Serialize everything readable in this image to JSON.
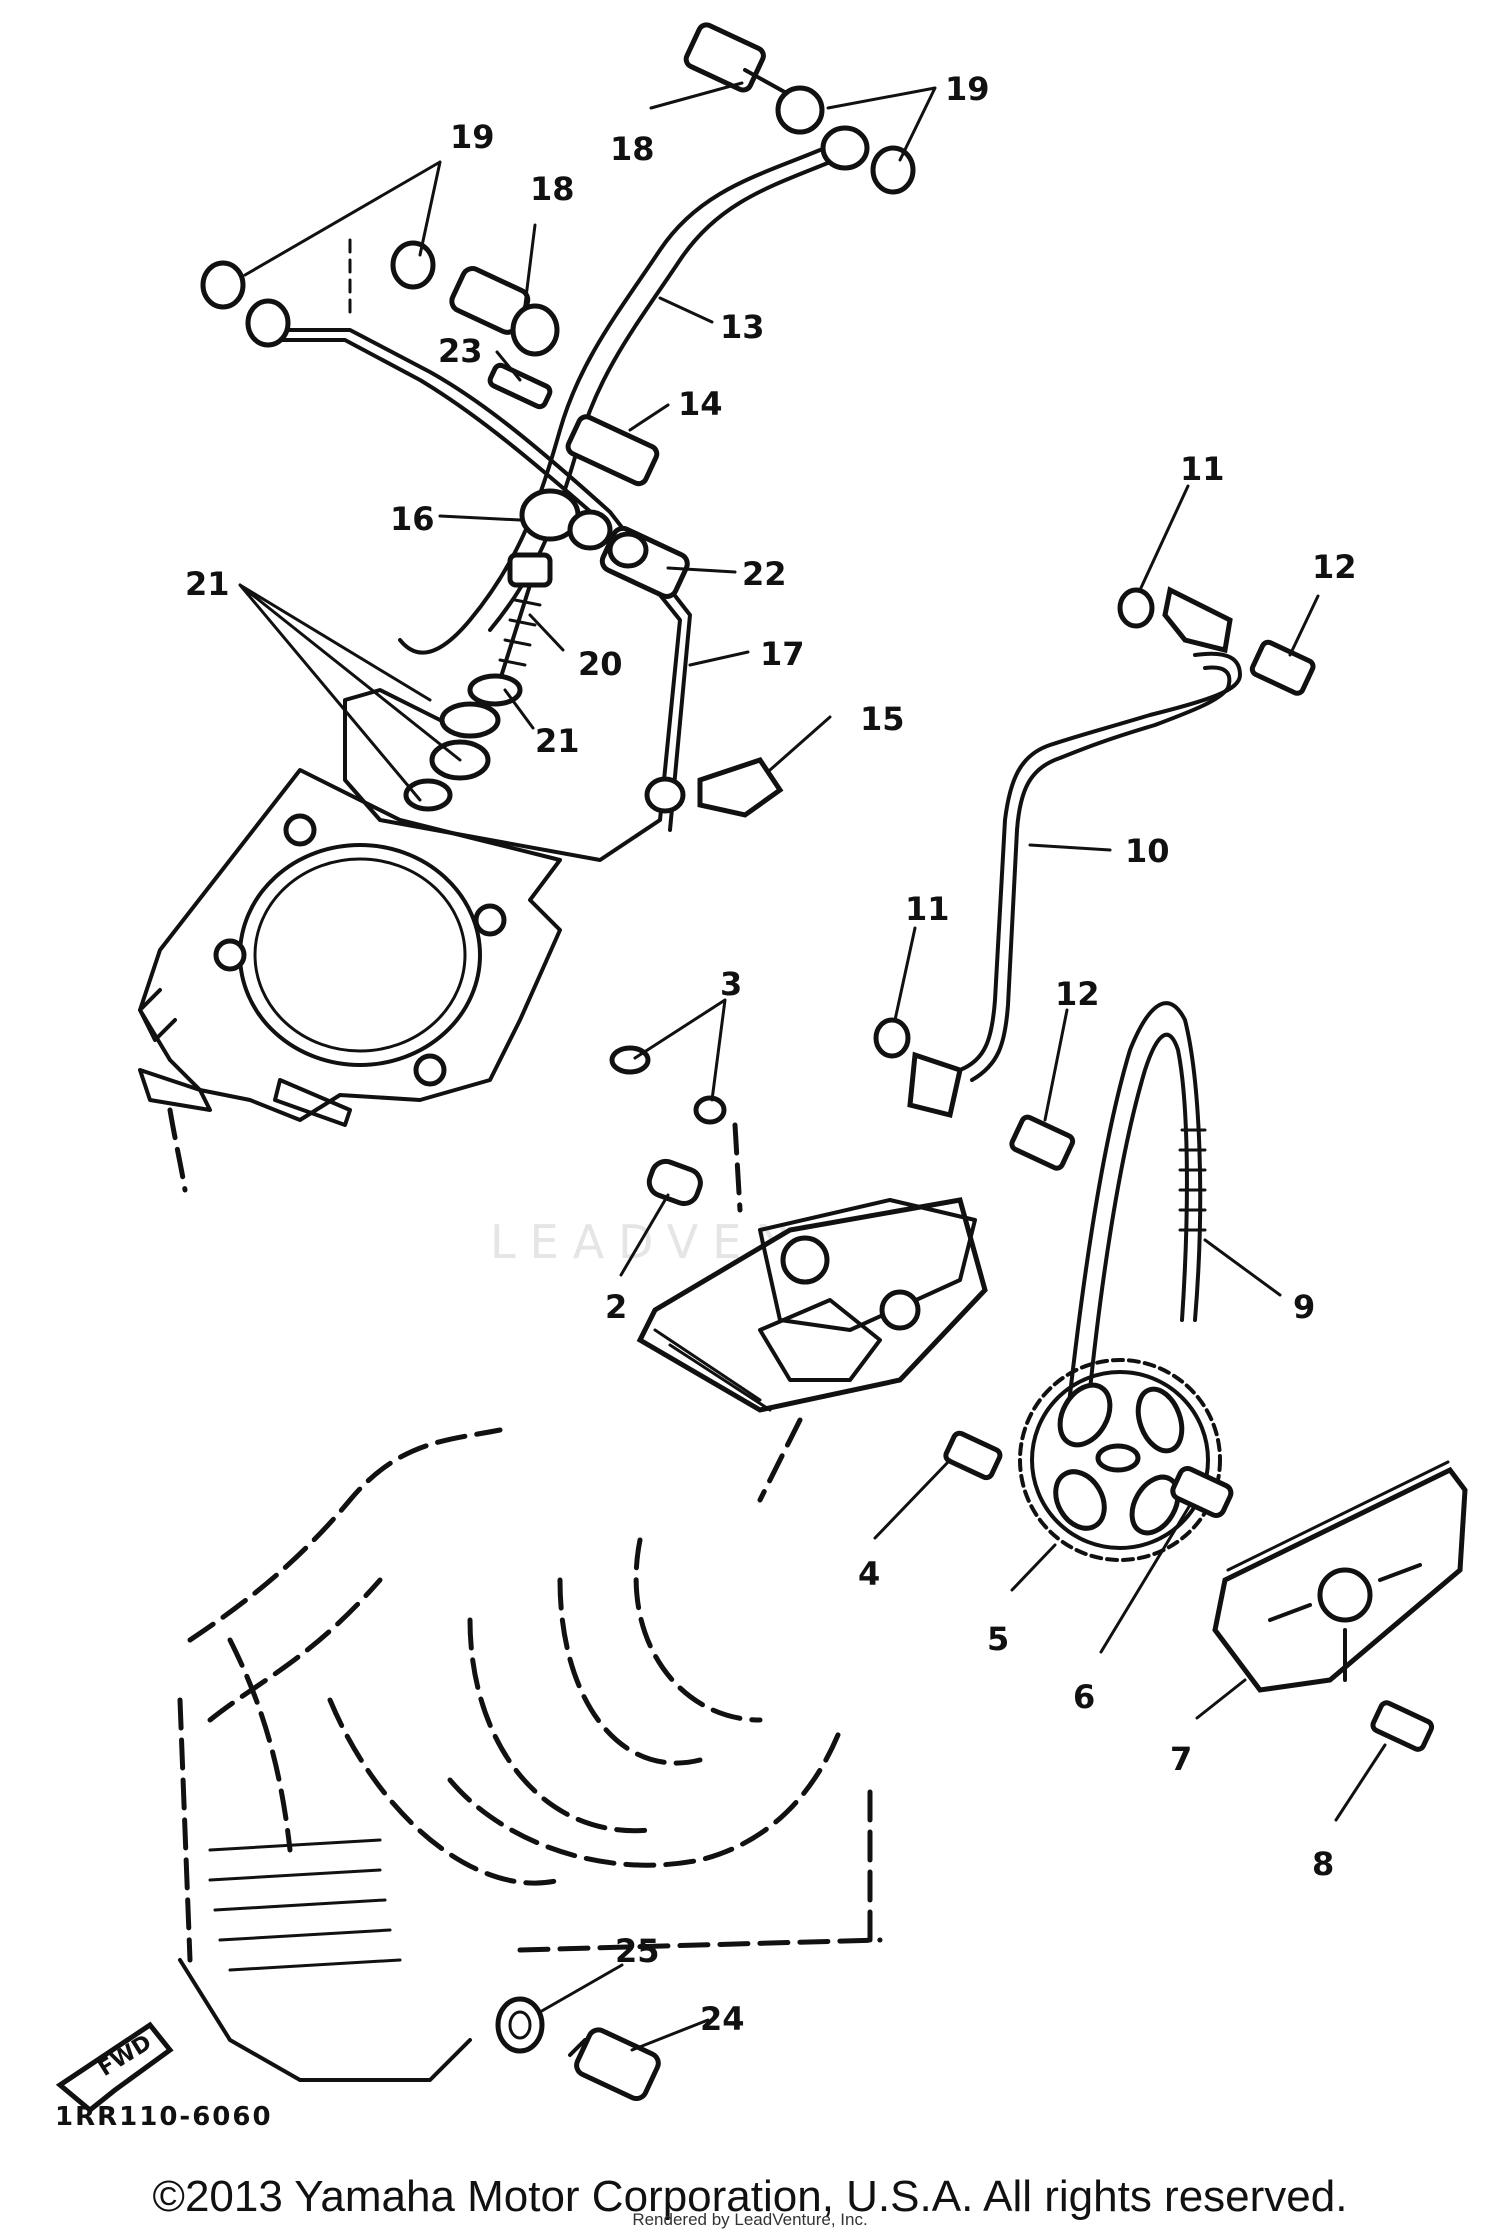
{
  "diagram": {
    "watermark": "LEADVENTURE",
    "code": "1RR110-6060",
    "fwd_label": "FWD",
    "callouts": [
      {
        "id": "c1",
        "text": "19"
      },
      {
        "id": "c2",
        "text": "18"
      },
      {
        "id": "c3",
        "text": "19"
      },
      {
        "id": "c4",
        "text": "18"
      },
      {
        "id": "c5",
        "text": "13"
      },
      {
        "id": "c6",
        "text": "23"
      },
      {
        "id": "c7",
        "text": "14"
      },
      {
        "id": "c8",
        "text": "16"
      },
      {
        "id": "c9",
        "text": "22"
      },
      {
        "id": "c10",
        "text": "21"
      },
      {
        "id": "c11",
        "text": "20"
      },
      {
        "id": "c12",
        "text": "17"
      },
      {
        "id": "c13",
        "text": "21"
      },
      {
        "id": "c14",
        "text": "15"
      },
      {
        "id": "c15",
        "text": "11"
      },
      {
        "id": "c16",
        "text": "12"
      },
      {
        "id": "c17",
        "text": "10"
      },
      {
        "id": "c18",
        "text": "11"
      },
      {
        "id": "c19",
        "text": "12"
      },
      {
        "id": "c20",
        "text": "3"
      },
      {
        "id": "c21",
        "text": "2"
      },
      {
        "id": "c22",
        "text": "9"
      },
      {
        "id": "c23",
        "text": "4"
      },
      {
        "id": "c24",
        "text": "5"
      },
      {
        "id": "c25",
        "text": "6"
      },
      {
        "id": "c26",
        "text": "7"
      },
      {
        "id": "c27",
        "text": "8"
      },
      {
        "id": "c28",
        "text": "25"
      },
      {
        "id": "c29",
        "text": "24"
      }
    ]
  },
  "footer": {
    "copyright": "©2013 Yamaha Motor Corporation, U.S.A. All rights reserved.",
    "rendered_by": "Rendered by LeadVenture, Inc."
  }
}
